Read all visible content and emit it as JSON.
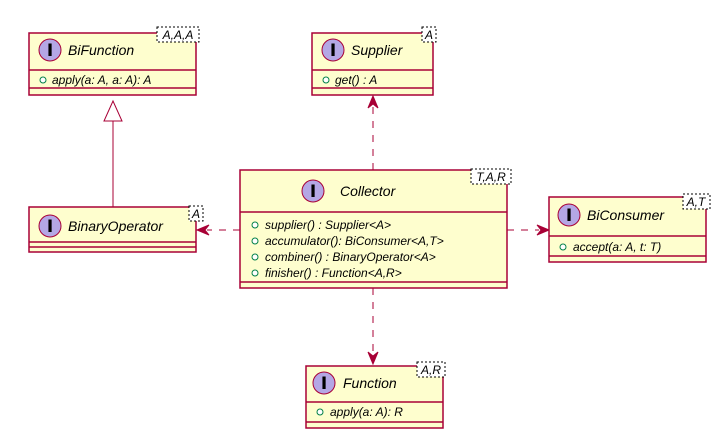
{
  "classes": {
    "bifunction": {
      "badge": "I",
      "name": "BiFunction",
      "type_params": "A,A,A",
      "members": [
        "apply(a: A, a: A): A"
      ]
    },
    "supplier": {
      "badge": "I",
      "name": "Supplier",
      "type_params": "A",
      "members": [
        "get() : A"
      ]
    },
    "binaryoperator": {
      "badge": "I",
      "name": "BinaryOperator",
      "type_params": "A",
      "members": []
    },
    "collector": {
      "badge": "I",
      "name": "Collector",
      "type_params": "T,A,R",
      "members": [
        "supplier() : Supplier<A>",
        "accumulator(): BiConsumer<A,T>",
        "combiner() : BinaryOperator<A>",
        "finisher() : Function<A,R>"
      ]
    },
    "biconsumer": {
      "badge": "I",
      "name": "BiConsumer",
      "type_params": "A,T",
      "members": [
        "accept(a: A, t: T)"
      ]
    },
    "function": {
      "badge": "I",
      "name": "Function",
      "type_params": "A,R",
      "members": [
        "apply(a: A): R"
      ]
    }
  },
  "colors": {
    "box_fill": "#FEFECE",
    "border": "#A80036",
    "badge_fill": "#B4A7E5",
    "visibility_marker": "#038048"
  }
}
